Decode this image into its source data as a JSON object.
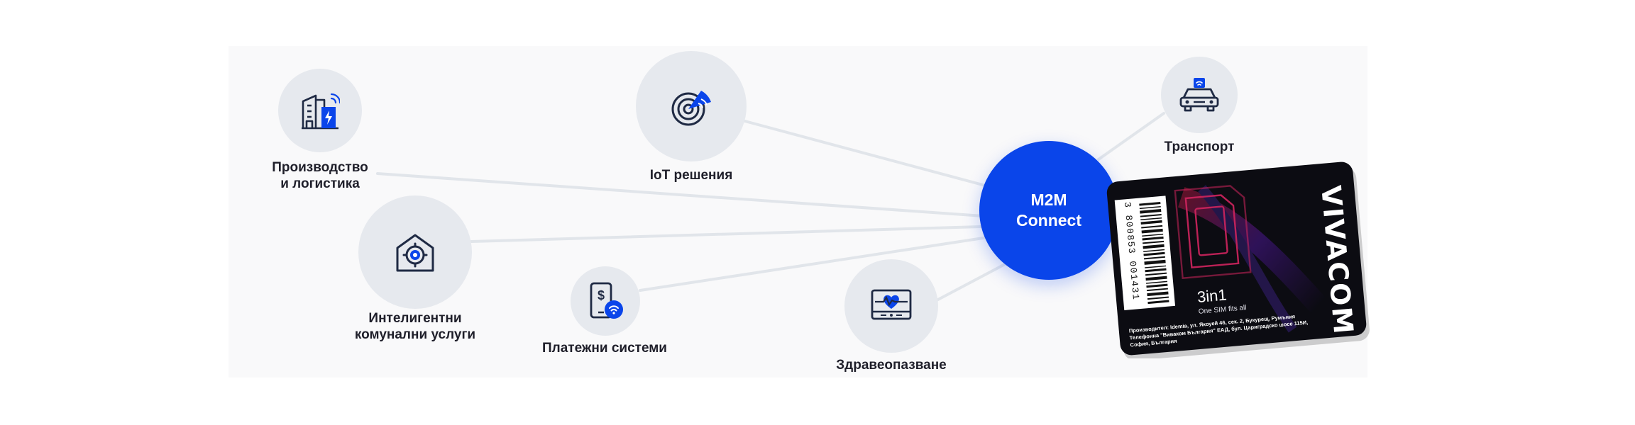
{
  "hub": {
    "line1": "M2M",
    "line2": "Connect",
    "color": "#0a45ea"
  },
  "categories": [
    {
      "id": "manufacturing",
      "line1": "Производство",
      "line2": "и логистика",
      "icon": "factory-icon"
    },
    {
      "id": "iot",
      "line1": "IoT решения",
      "icon": "radar-icon"
    },
    {
      "id": "utilities",
      "line1": "Интелигентни",
      "line2": "комунални услуги",
      "icon": "smart-home-icon"
    },
    {
      "id": "payments",
      "line1": "Платежни системи",
      "icon": "mobile-payment-icon"
    },
    {
      "id": "healthcare",
      "line1": "Здравеопазване",
      "icon": "heart-monitor-icon"
    },
    {
      "id": "transport",
      "line1": "Транспорт",
      "icon": "connected-car-icon"
    }
  ],
  "sim_card": {
    "brand": "VIVACOM",
    "product": "3in1",
    "tagline": "One SIM fits all",
    "barcode_number": "3 800853 001431",
    "fine_print_1": "Производител: Idemia, ул. Якоуей 46, сек. 2, Букурещ, Румъния",
    "fine_print_2": "Телефонна \"Виваком България\" ЕАД, бул. Цариградско шосе 115И,",
    "fine_print_3": "София, България"
  },
  "colors": {
    "accent": "#0a45ea",
    "node_bg": "#e6e9ee",
    "icon": "#1f2a44",
    "card": "#0c0c12"
  }
}
